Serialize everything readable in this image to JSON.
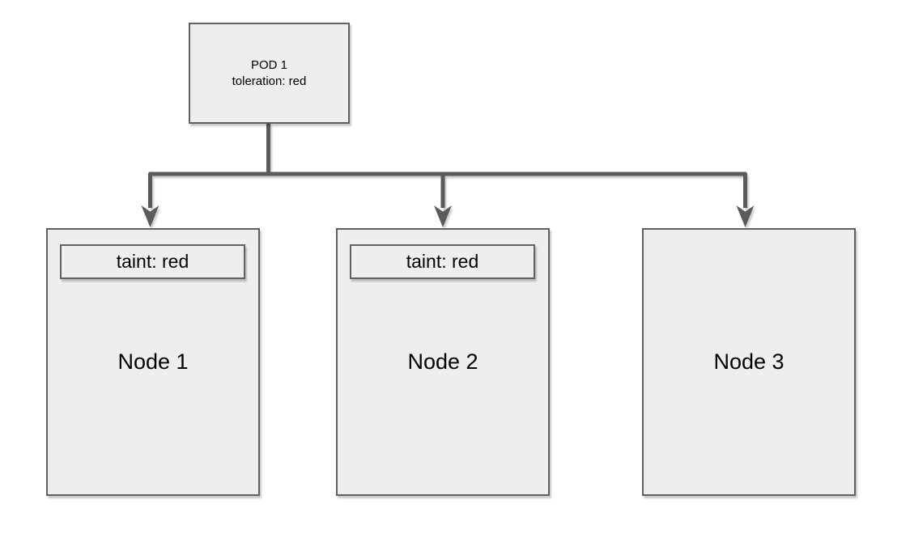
{
  "diagram": {
    "pod": {
      "line1": "POD 1",
      "line2": "toleration: red"
    },
    "nodes": [
      {
        "label": "Node 1",
        "taint": "taint: red"
      },
      {
        "label": "Node 2",
        "taint": "taint: red"
      },
      {
        "label": "Node 3"
      }
    ],
    "colors": {
      "box_fill": "#eeeeee",
      "box_border": "#616161",
      "connector": "#5b5b5b",
      "text": "#000000",
      "background": "#ffffff"
    }
  }
}
